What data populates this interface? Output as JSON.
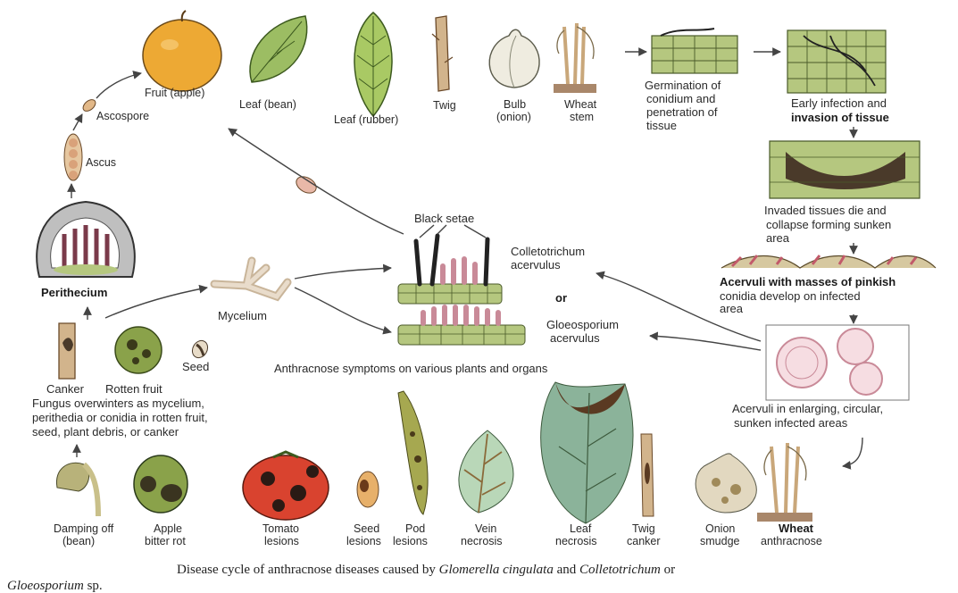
{
  "top_row": {
    "fruit_apple": "Fruit (apple)",
    "leaf_bean": "Leaf (bean)",
    "leaf_rubber": "Leaf (rubber)",
    "twig": "Twig",
    "bulb_1": "Bulb",
    "bulb_2": "(onion)",
    "wheat_1": "Wheat",
    "wheat_2": "stem"
  },
  "infection_steps": {
    "germination_1": "Germination of",
    "germination_2": "conidium and",
    "germination_3": "penetration of",
    "germination_4": "tissue",
    "early_1": "Early infection and",
    "early_2": "invasion of tissue",
    "invaded_1": "Invaded tissues die and",
    "invaded_2": "collapse forming sunken",
    "invaded_3": "area",
    "acervuli_1": "Acervuli with masses of pinkish",
    "acervuli_2": "conidia develop on infected",
    "acervuli_3": "area",
    "enlarging_1": "Acervuli in enlarging, circular,",
    "enlarging_2": "sunken infected areas"
  },
  "sexual_stage": {
    "ascospore": "Ascospore",
    "ascus": "Ascus",
    "perithecium": "Perithecium"
  },
  "center": {
    "black_setae": "Black setae",
    "colletotrichum_1": "Colletotrichum",
    "colletotrichum_2": "acervulus",
    "or": "or",
    "gloeosporium_1": "Gloeosporium",
    "gloeosporium_2": "acervulus",
    "mycelium": "Mycelium",
    "symptoms_heading": "Anthracnose symptoms on various plants and organs"
  },
  "overwintering": {
    "canker": "Canker",
    "rotten_fruit": "Rotten fruit",
    "seed": "Seed",
    "note_1": "Fungus overwinters as mycelium,",
    "note_2": "perithedia or conidia in rotten fruit,",
    "note_3": "seed, plant debris, or canker"
  },
  "symptoms": {
    "damping_1": "Damping off",
    "damping_2": "(bean)",
    "apple_1": "Apple",
    "apple_2": "bitter rot",
    "tomato_1": "Tomato",
    "tomato_2": "lesions",
    "seed_1": "Seed",
    "seed_2": "lesions",
    "pod_1": "Pod",
    "pod_2": "lesions",
    "vein_1": "Vein",
    "vein_2": "necrosis",
    "leafn_1": "Leaf",
    "leafn_2": "necrosis",
    "twigc_1": "Twig",
    "twigc_2": "canker",
    "onion_1": "Onion",
    "onion_2": "smudge",
    "wheat_1": "Wheat",
    "wheat_2": "anthracnose"
  },
  "caption": {
    "part1": "Disease cycle of anthracnose diseases caused by ",
    "genus1": "Glomerella cingulata",
    "part2": " and ",
    "genus2": "Colletotrichum",
    "part3": " or",
    "genus3": "Gloeosporium",
    "part4": " sp."
  },
  "colors": {
    "apple": "#e9a531",
    "leaf": "#8fb25a",
    "tissue": "#b5c77f",
    "lesion": "#3a2a1e",
    "pink": "#d98ea0",
    "stem": "#c9a77a"
  }
}
